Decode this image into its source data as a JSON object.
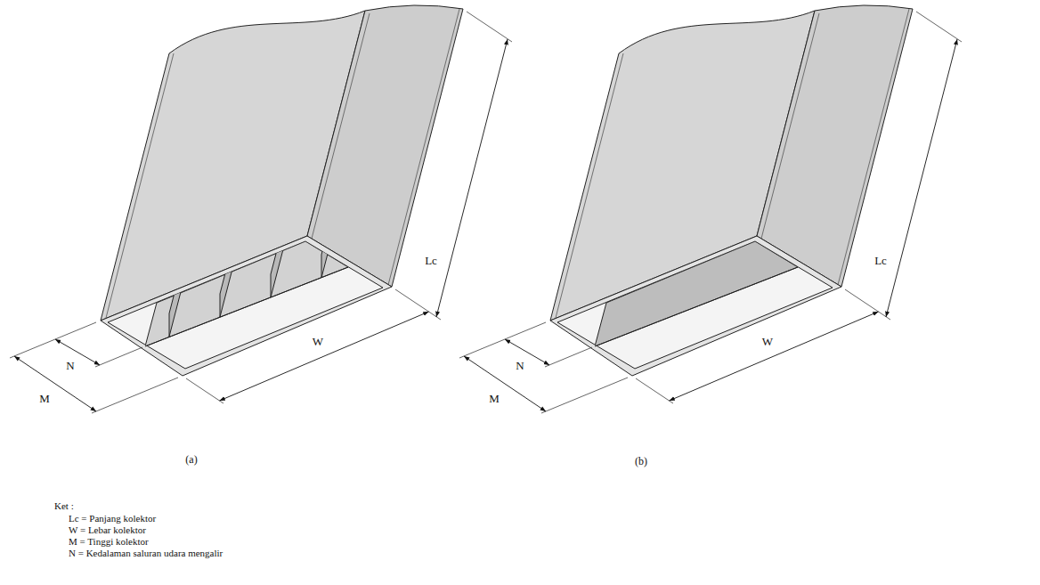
{
  "diagram": {
    "labels": [
      "Lc",
      "W",
      "N",
      "M",
      "(a)",
      "Lc",
      "W",
      "N",
      "M",
      "(b)",
      "Ket :",
      "Lc = Panjang kolektor",
      "W = Lebar kolektor",
      "M = Tinggi kolektor",
      "N = Kedalaman saluran udara mengalir"
    ]
  }
}
